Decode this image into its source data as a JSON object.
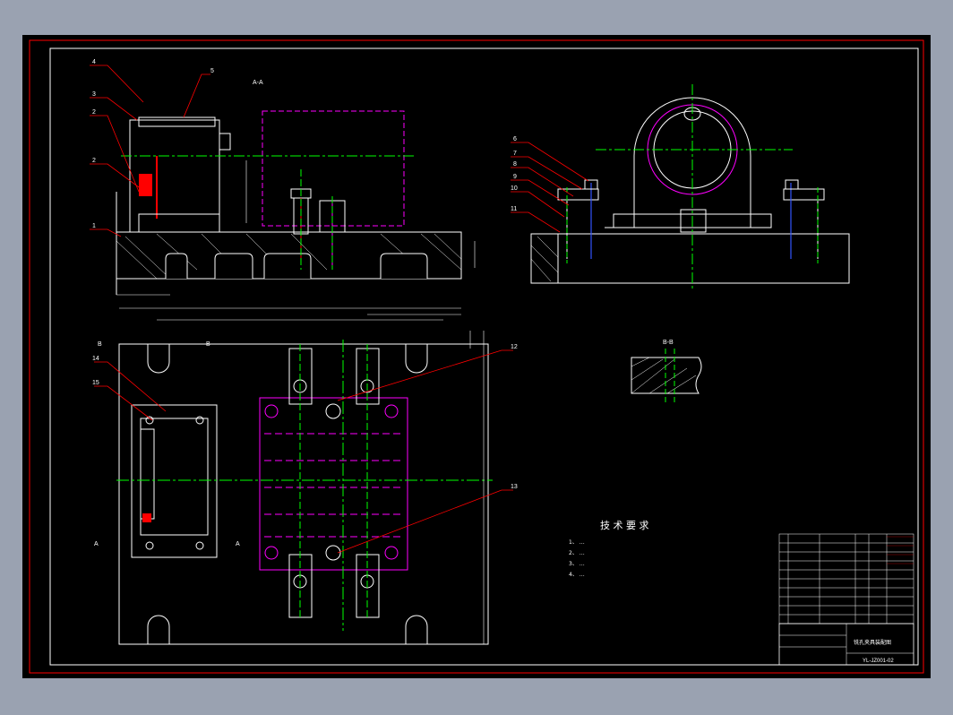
{
  "colors": {
    "background": "#000000",
    "frame": "#ff0000",
    "outline": "#ffffff",
    "centerline": "#00ff00",
    "part_outline": "#ff00ff",
    "leader": "#ff0000",
    "blue_rod": "#3355ff"
  },
  "section_views": {
    "section_aa": "A-A",
    "section_bb": "B-B"
  },
  "balloons": [
    "1",
    "2",
    "3",
    "4",
    "5",
    "6",
    "7",
    "8",
    "9",
    "10",
    "11",
    "12",
    "13",
    "14",
    "15"
  ],
  "section_markers": [
    "A",
    "A",
    "B",
    "B"
  ],
  "tech_requirements": {
    "heading": "技 术 要 求",
    "items": [
      "1、 …",
      "2、 …",
      "3、 …",
      "4、 …"
    ]
  },
  "title_block": {
    "drawing_name": "铣孔夹具装配图",
    "drawing_number": "YL-JZ001-02"
  }
}
